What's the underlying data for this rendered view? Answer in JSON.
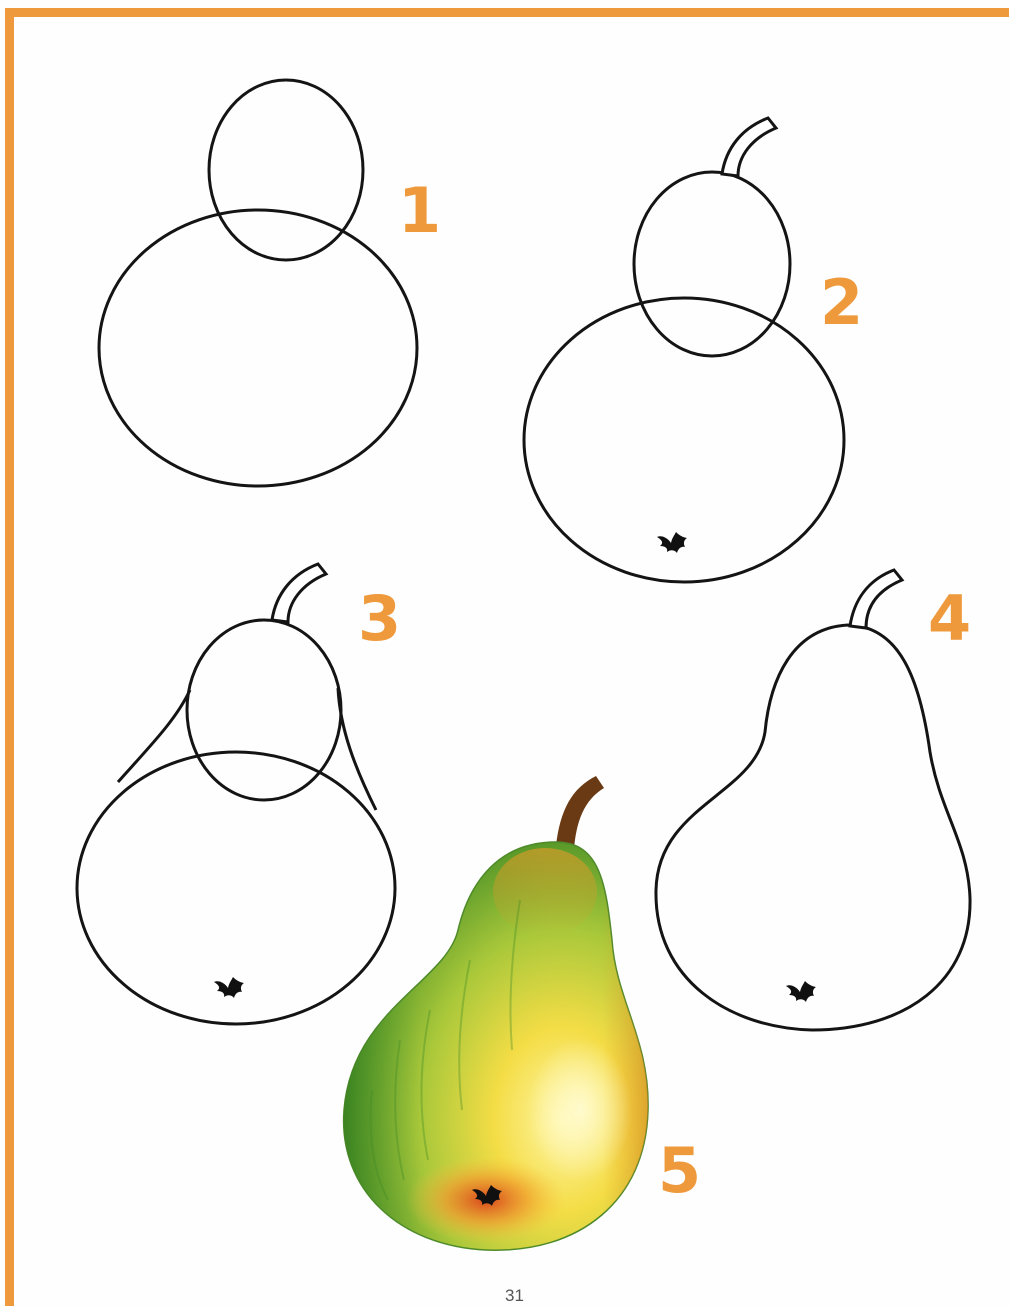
{
  "colors": {
    "accent": "#ee9a3c",
    "line": "#141414",
    "background": "#fefefe"
  },
  "steps": [
    {
      "number": "1"
    },
    {
      "number": "2"
    },
    {
      "number": "3"
    },
    {
      "number": "4"
    },
    {
      "number": "5"
    }
  ],
  "page_number": "31"
}
